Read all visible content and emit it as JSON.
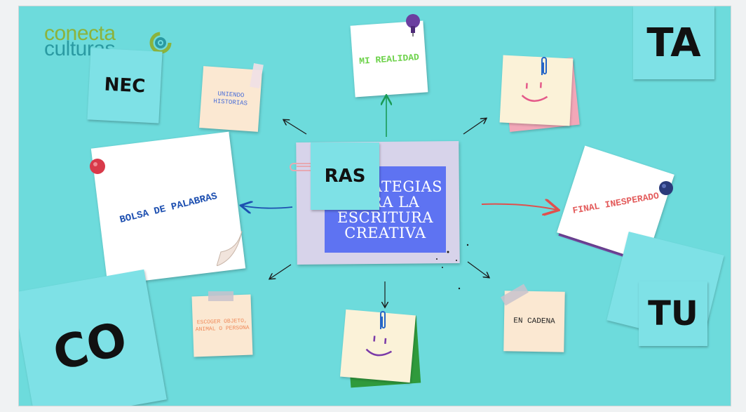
{
  "logo": {
    "line1": "conecta",
    "line2": "culturas"
  },
  "center": {
    "title": "ESTRATEGIAS PARA LA ESCRITURA CREATIVA"
  },
  "overlay": {
    "ras": "RAS",
    "nec": "NEC",
    "ta": "TA",
    "co": "CO",
    "tu": "TU"
  },
  "notes": {
    "mi_realidad": "MI REALIDAD",
    "uniendo_historias": "UNIENDO HISTORIAS",
    "bolsa_de_palabras": "BOLSA DE PALABRAS",
    "final_inesperado": "FINAL INESPERADO",
    "escoger": "ESCOGER OBJETO, ANIMAL O PERSONA",
    "en_cadena": "EN CADENA"
  },
  "colors": {
    "background": "#6ddbdc",
    "center_box": "#5e73f2",
    "arrow_blue": "#1d4fb0",
    "arrow_green": "#1a9a55",
    "arrow_red": "#e0504d",
    "pin_purple": "#6b3fa0",
    "pin_red": "#d83a4a",
    "pin_navy": "#2a3a7a"
  },
  "icons": [
    "smiley-note-icon",
    "paperclip-icon",
    "push-pin-icon",
    "tape-icon"
  ]
}
